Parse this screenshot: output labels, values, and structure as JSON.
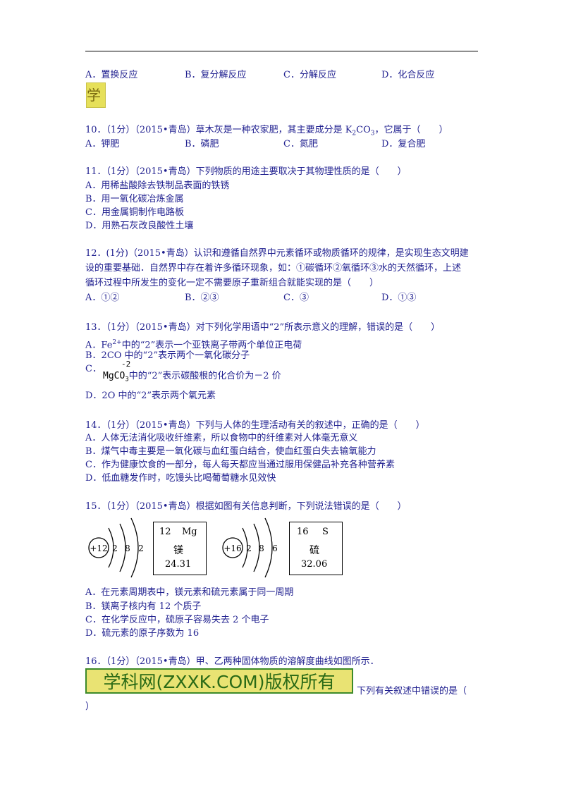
{
  "q9_options": [
    "A．置换反应",
    "B．复分解反应",
    "C．分解反应",
    "D．化合反应"
  ],
  "watermark_small": "学",
  "q10": {
    "stem_before": "10．（1分）（2015•青岛）草木灰是一种农家肥，其主要成分是 K",
    "sub1": "2",
    "mid": "CO",
    "sub2": "3",
    "stem_after": "，它属于（　　）",
    "options": [
      "A．钾肥",
      "B．磷肥",
      "C．氮肥",
      "D．复合肥"
    ]
  },
  "q11": {
    "stem": "11．（1分）（2015•青岛）下列物质的用途主要取决于其物理性质的是（　　）",
    "options": [
      "A．用稀盐酸除去铁制品表面的铁锈",
      "B．用一氧化碳冶炼金属",
      "C．用金属铜制作电路板",
      "D．用熟石灰改良酸性土壤"
    ]
  },
  "q12": {
    "lines": [
      "12．(1分)（2015•青岛）认识和遵循自然界中元素循环或物质循环的规律，是实现生态文明建",
      "设的重要基础．自然界中存在着许多循环现象，如：①碳循环②氧循环③水的天然循环，上述",
      "循环过程中所发生的变化一定不需要原子重新组合就能实现的是（　　）"
    ],
    "options": [
      "A．①②",
      "B．②③",
      "C．③",
      "D．①③"
    ]
  },
  "q13": {
    "stem": "13．（1分）（2015•青岛）对下列化学用语中“2”所表示意义的理解，错误的是（　　）",
    "a_pre": "A．Fe",
    "a_sup": "2+",
    "a_post": "中的“2”表示一个亚铁离子带两个单位正电荷",
    "b": "B．2CO 中的“2”表示两个一氧化碳分子",
    "c_label": "C．",
    "c_charge": "-2",
    "c_formula": "MgCO",
    "c_sub": "3",
    "c_text": "中的“2”表示碳酸根的化合价为－2 价",
    "d": "D．2O 中的“2”表示两个氧元素"
  },
  "q14": {
    "stem": "14．（1分）（2015•青岛）下列与人体的生理活动有关的叙述中，正确的是（　　）",
    "options": [
      "A．人体无法消化吸收纤维素，所以食物中的纤维素对人体毫无意义",
      "B．煤气中毒主要是一氧化碳与血红蛋白结合，使血红蛋白失去输氧能力",
      "C．作为健康饮食的一部分，每人每天都应当通过服用保健品补充各种营养素",
      "D．低血糖发作时，吃馒头比喝葡萄糖水见效快"
    ]
  },
  "q15": {
    "stem": "15．（1分）（2015•青岛）根据如图有关信息判断，下列说法错误的是（　　）",
    "mg": {
      "nucleus": "+12",
      "shells": [
        "2",
        "8",
        "2"
      ],
      "number": "12",
      "symbol": "Mg",
      "name": "镁",
      "mass": "24.31"
    },
    "s": {
      "nucleus": "+16",
      "shells": [
        "2",
        "8",
        "6"
      ],
      "number": "16",
      "symbol": "S",
      "name": "硫",
      "mass": "32.06"
    },
    "options": [
      "A．在元素周期表中，镁元素和硫元素属于同一周期",
      "B．镁离子核内有 12 个质子",
      "C．在化学反应中，硫原子容易失去 2 个电子",
      "D．硫元素的原子序数为 16"
    ]
  },
  "q16": {
    "stem": "16．（1分）（2015•青岛）甲、乙两种固体物质的溶解度曲线如图所示．",
    "watermark": "学科网(ZXXK.COM)版权所有",
    "tail": "下列有关叙述中错误的是（",
    "tail2": "）"
  }
}
